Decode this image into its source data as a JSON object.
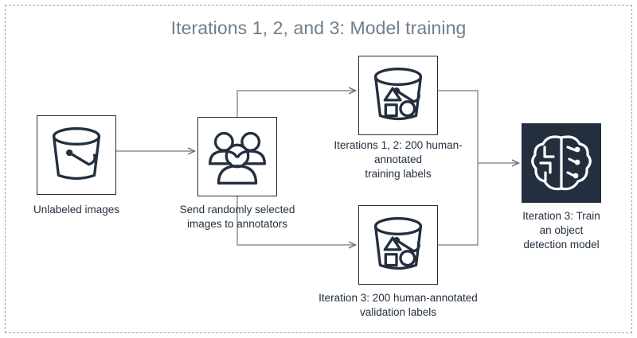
{
  "figure": {
    "title": "Iterations 1, 2, and 3: Model training",
    "background_color": "#ffffff",
    "frame_color": "#9aa7b4",
    "title_color": "#6f7e8c",
    "line_color": "#808b96",
    "icon_color": "#232f3e",
    "accent_dark": "#232f3e"
  },
  "nodes": [
    {
      "id": "unlabeled-images",
      "icon": "storage-bucket-icon",
      "caption": "Unlabeled images",
      "style": "outline"
    },
    {
      "id": "annotators",
      "icon": "people-group-icon",
      "caption": "Send randomly selected\nimages to annotators",
      "style": "outline"
    },
    {
      "id": "training-labels",
      "icon": "storage-bucket-labeled-icon",
      "caption": "Iterations 1, 2: 200 human-\nannotated\ntraining  labels",
      "style": "outline"
    },
    {
      "id": "validation-labels",
      "icon": "storage-bucket-labeled-icon",
      "caption": "Iteration 3: 200 human-annotated\nvalidation labels",
      "style": "outline"
    },
    {
      "id": "train-model",
      "icon": "brain-circuit-icon",
      "caption": "Iteration 3: Train\nan object\ndetection model",
      "style": "filled"
    }
  ],
  "connectors": [
    {
      "id": "images-to-annotators",
      "from": "unlabeled-images",
      "to": "annotators",
      "arrow": true
    },
    {
      "id": "annotators-to-training",
      "from": "annotators",
      "to": "training-labels",
      "arrow": true
    },
    {
      "id": "annotators-to-validation",
      "from": "annotators",
      "to": "validation-labels",
      "arrow": true
    },
    {
      "id": "training-to-model",
      "from": "training-labels",
      "to": "train-model",
      "arrow": true
    },
    {
      "id": "validation-to-model",
      "from": "validation-labels",
      "to": "train-model",
      "arrow": true
    }
  ]
}
